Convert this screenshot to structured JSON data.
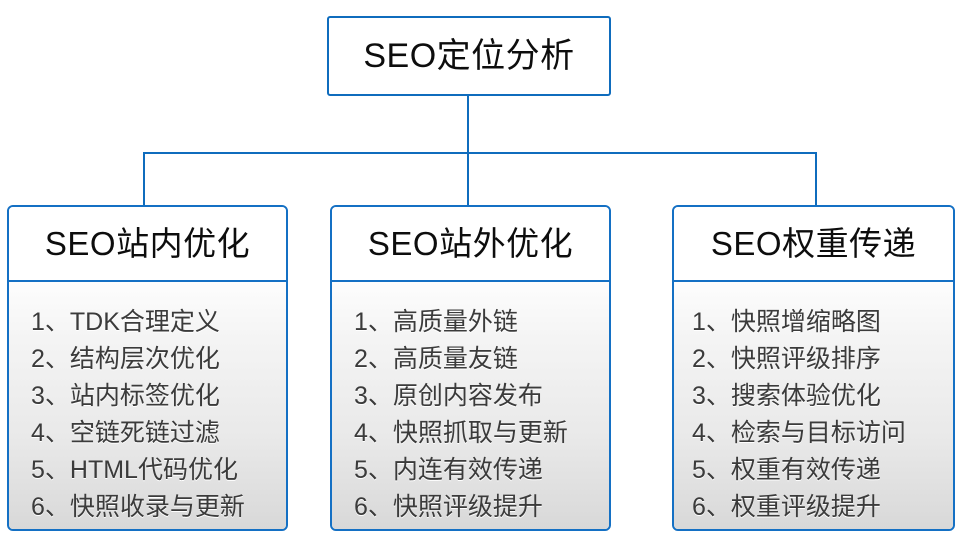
{
  "diagram": {
    "root": {
      "title": "SEO定位分析"
    },
    "accent_color": "#1470C4",
    "body_text_color": "#3b3b3b",
    "columns": [
      {
        "header": "SEO站内优化",
        "items": [
          "1、TDK合理定义",
          "2、结构层次优化",
          "3、站内标签优化",
          "4、空链死链过滤",
          "5、HTML代码优化",
          "6、快照收录与更新"
        ]
      },
      {
        "header": "SEO站外优化",
        "items": [
          "1、高质量外链",
          "2、高质量友链",
          "3、原创内容发布",
          "4、快照抓取与更新",
          "5、内连有效传递",
          "6、快照评级提升"
        ]
      },
      {
        "header": "SEO权重传递",
        "items": [
          "1、快照增缩略图",
          "2、快照评级排序",
          "3、搜索体验优化",
          "4、检索与目标访问",
          "5、权重有效传递",
          "6、权重评级提升"
        ]
      }
    ]
  }
}
